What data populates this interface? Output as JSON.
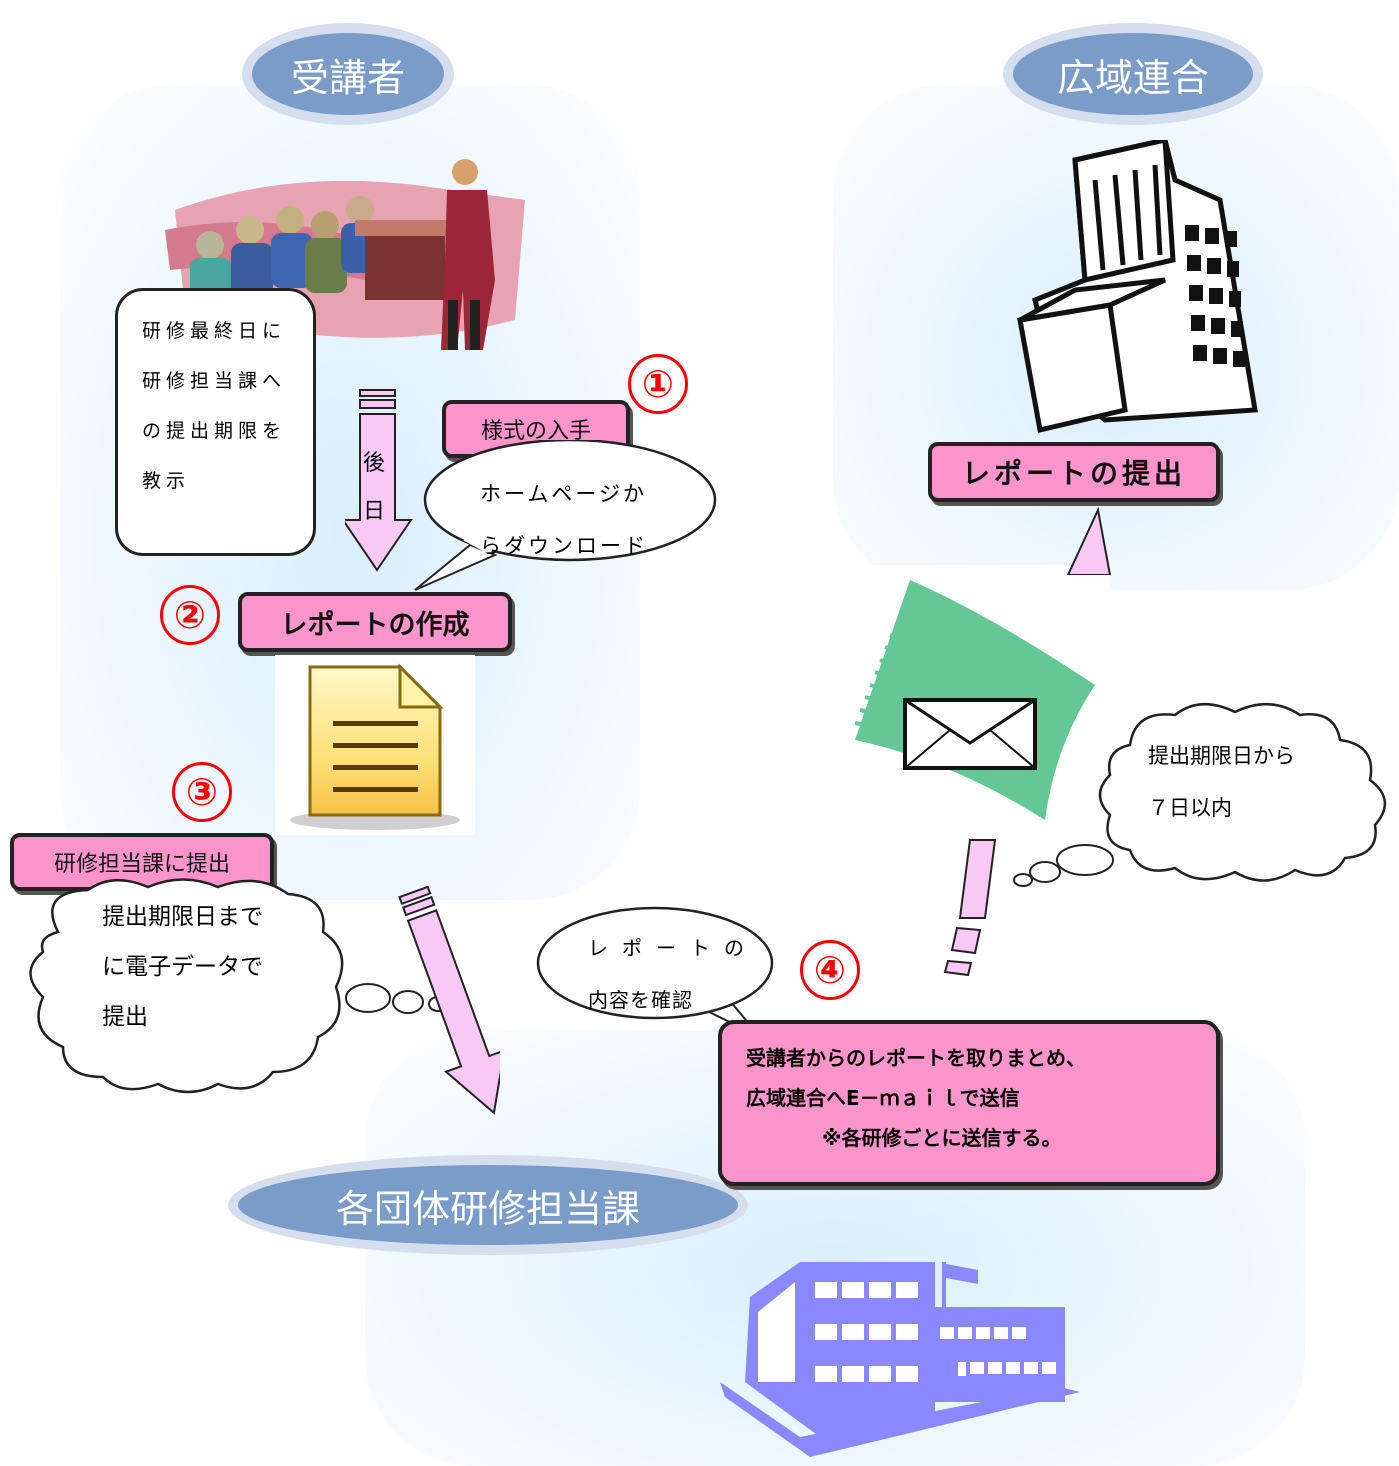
{
  "headers": {
    "trainee": "受講者",
    "union": "広域連合",
    "dept": "各団体研修担当課"
  },
  "trainee_note": {
    "lines": [
      "研修最終日に",
      "研修担当課へ",
      "の提出期限を",
      "教示"
    ]
  },
  "later_arrow": {
    "chars": [
      "後",
      "日"
    ]
  },
  "steps": {
    "step1": {
      "number": "①",
      "label": "様式の入手"
    },
    "step2": {
      "number": "②",
      "label": "レポートの作成"
    },
    "step3": {
      "number": "③",
      "label": "研修担当課に提出"
    },
    "step4": {
      "number": "④",
      "lines": [
        "受講者からのレポートを取りまとめ、",
        "広域連合へE－ｍａｉｌで送信",
        "※各研修ごとに送信する。"
      ]
    }
  },
  "speech_download": {
    "lines": [
      "ホームページか",
      "らダウンロード"
    ]
  },
  "cloud_submit": {
    "lines": [
      "提出期限日まで",
      "に電子データで",
      "提出"
    ]
  },
  "speech_confirm": {
    "lines": [
      "レポートの",
      "内容を確認"
    ]
  },
  "cloud_deadline": {
    "lines": [
      "提出期限日から",
      "７日以内"
    ]
  },
  "union_box": {
    "label": "レポートの提出"
  },
  "colors": {
    "pink": "#fb94cb",
    "oval": "#7b9bc9",
    "step_number": "#ff0000",
    "school": "#8a87ff",
    "mail_green": "#63c896"
  }
}
